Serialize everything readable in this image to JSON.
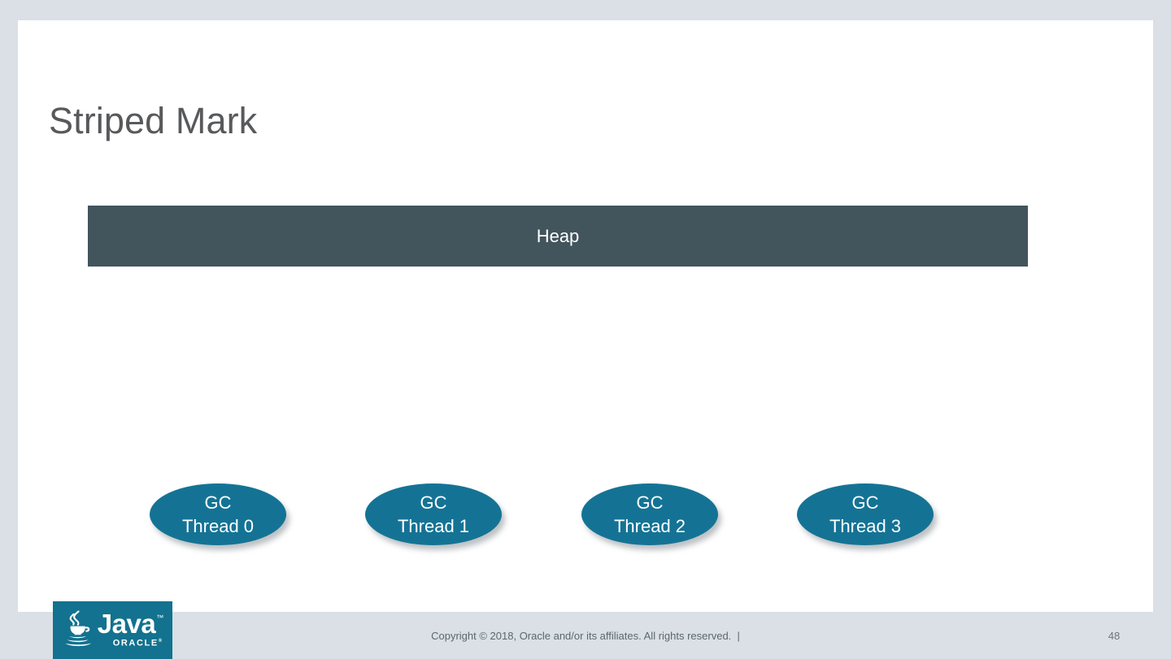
{
  "slide": {
    "title": "Striped Mark",
    "page_number": "48",
    "background_color": "#ffffff",
    "canvas_background_color": "#dae0e5"
  },
  "diagram": {
    "heap": {
      "label": "Heap",
      "fill_color": "#42545c",
      "text_color": "#ffffff"
    },
    "gc_threads": [
      {
        "line1": "GC",
        "line2": "Thread 0"
      },
      {
        "line1": "GC",
        "line2": "Thread 1"
      },
      {
        "line1": "GC",
        "line2": "Thread 2"
      },
      {
        "line1": "GC",
        "line2": "Thread 3"
      }
    ],
    "thread_fill_color": "#147395",
    "thread_text_color": "#ffffff"
  },
  "footer": {
    "copyright": "Copyright © 2018, Oracle and/or its affiliates. All rights reserved.  |",
    "page_number": "48"
  },
  "logo": {
    "brand": "Java",
    "trademark": "™",
    "company": "ORACLE",
    "registered": "®",
    "icon": "java-coffee-cup-icon",
    "background_color": "#12728f"
  }
}
